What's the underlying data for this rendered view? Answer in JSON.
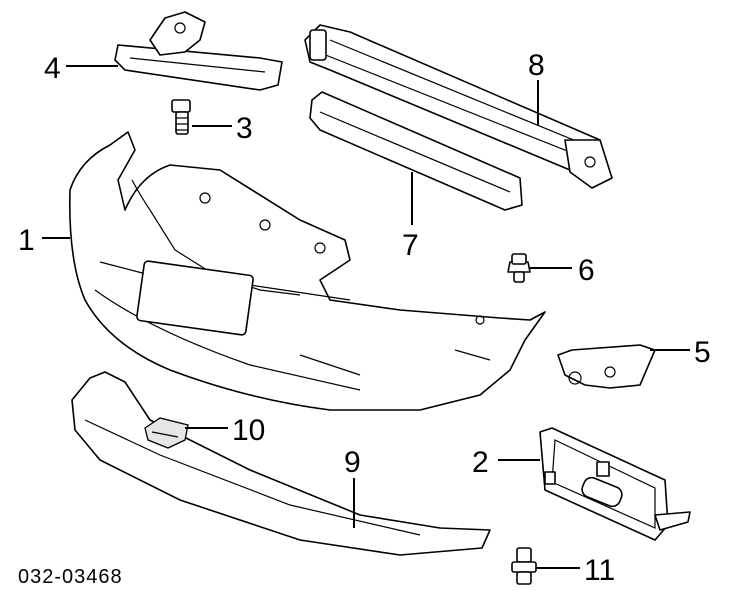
{
  "callouts": [
    {
      "id": "1",
      "label": "1"
    },
    {
      "id": "2",
      "label": "2"
    },
    {
      "id": "3",
      "label": "3"
    },
    {
      "id": "4",
      "label": "4"
    },
    {
      "id": "5",
      "label": "5"
    },
    {
      "id": "6",
      "label": "6"
    },
    {
      "id": "7",
      "label": "7"
    },
    {
      "id": "8",
      "label": "8"
    },
    {
      "id": "9",
      "label": "9"
    },
    {
      "id": "10",
      "label": "10"
    },
    {
      "id": "11",
      "label": "11"
    }
  ],
  "diagram_code": "032-03468"
}
